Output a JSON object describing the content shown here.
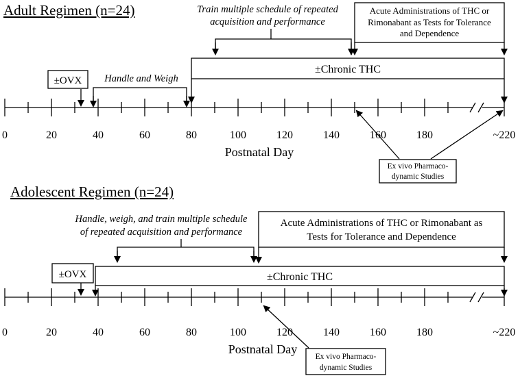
{
  "adult": {
    "title": "Adult Regimen (n=24)",
    "ovx": "±OVX",
    "handle_weigh": "Handle and Weigh",
    "train_line1": "Train multiple schedule of repeated",
    "train_line2": "acquisition and performance",
    "acute_line1": "Acute Administrations  of THC or",
    "acute_line2": "Rimonabant  as Tests for Tolerance",
    "acute_line3": "and Dependence",
    "chronic": "±Chronic THC",
    "axis_label": "Postnatal Day",
    "exvivo_line1": "Ex vivo Pharmaco-",
    "exvivo_line2": "dynamic Studies",
    "ticks": [
      "0",
      "20",
      "40",
      "60",
      "80",
      "100",
      "120",
      "140",
      "160",
      "180",
      "~220"
    ]
  },
  "adolescent": {
    "title": "Adolescent Regimen (n=24)",
    "ovx": "±OVX",
    "handle_line1": "Handle, weigh, and train multiple schedule",
    "handle_line2": "of repeated acquisition and performance",
    "acute_line1": "Acute Administrations  of THC or Rimonabant as",
    "acute_line2": "Tests for Tolerance and Dependence",
    "chronic": "±Chronic THC",
    "axis_label": "Postnatal Day",
    "exvivo_line1": "Ex vivo Pharmaco-",
    "exvivo_line2": "dynamic Studies",
    "ticks": [
      "0",
      "20",
      "40",
      "60",
      "80",
      "100",
      "120",
      "140",
      "160",
      "180",
      "~220"
    ]
  }
}
